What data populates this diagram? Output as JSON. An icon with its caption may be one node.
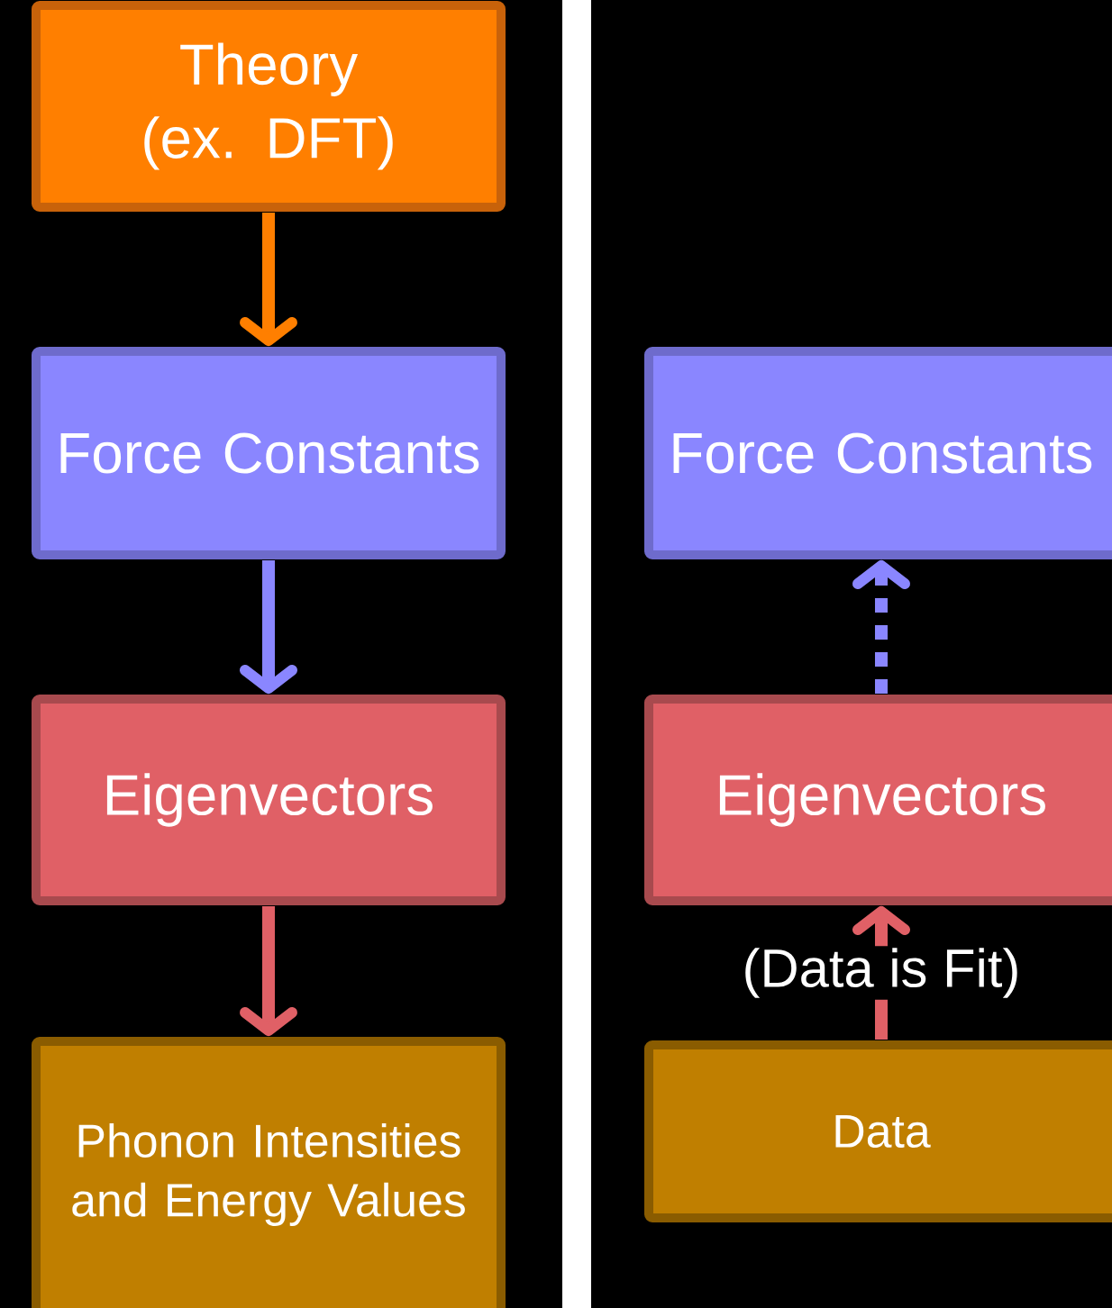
{
  "diagram": {
    "nodes": [
      {
        "text": [
          "Theory (ex. DFT)"
        ]
      },
      {
        "text": [
          "Force Constants"
        ]
      },
      {
        "text": [
          "Eigenvectors"
        ]
      },
      {
        "text": [
          "Phonon Intensities and Energy Values"
        ]
      },
      {
        "text": [
          "Force Constants"
        ]
      },
      {
        "text": [
          "Eigenvectors"
        ]
      },
      {
        "text": [
          "Data"
        ]
      }
    ],
    "edges": [
      {
        "from": 0,
        "to": 1,
        "arrow": "to",
        "color": "#ff7f00"
      },
      {
        "from": 1,
        "to": 2,
        "arrow": "to",
        "color": "#8a86ff"
      },
      {
        "from": 2,
        "to": 3,
        "arrow": "to",
        "color": "#e06066"
      },
      {
        "from": 5,
        "to": 4,
        "arrow": "to",
        "style": "dashed",
        "color": "#8a86ff"
      },
      {
        "from": 6,
        "to": 5,
        "arrow": "to",
        "label": "(Data is Fit)",
        "color": "#e06066"
      }
    ]
  }
}
